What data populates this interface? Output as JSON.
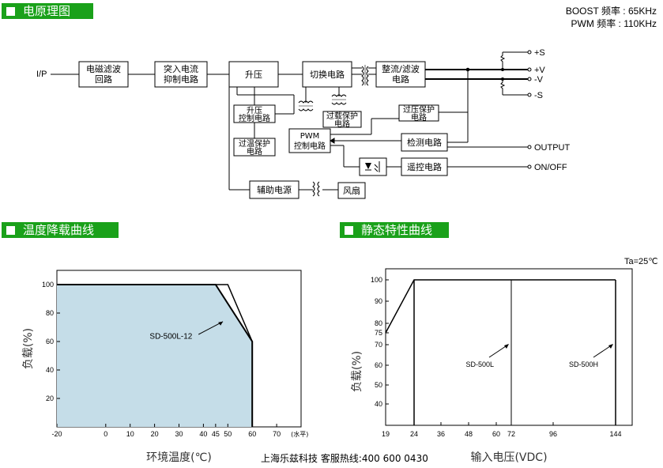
{
  "sections": {
    "schematic": "电原理图",
    "derating": "温度降载曲线",
    "static": "静态特性曲线"
  },
  "frequency": {
    "boost": "BOOST 频率 : 65KHz",
    "pwm": "PWM 频率 : 110KHz"
  },
  "blocks": {
    "emi_filter": [
      "电磁滤波",
      "回路"
    ],
    "inrush": [
      "突入电流",
      "抑制电路"
    ],
    "boost": [
      "升压"
    ],
    "switching": [
      "切换电路"
    ],
    "rectifier": [
      "整流/滤波",
      "电路"
    ],
    "boost_control": [
      "升压",
      "控制电路"
    ],
    "otp": [
      "过温保护",
      "电路"
    ],
    "olp": [
      "过载保护",
      "电路"
    ],
    "pwm": [
      "PWM",
      "控制电路"
    ],
    "ovp": [
      "过压保护",
      "电路"
    ],
    "detect": [
      "检测电路"
    ],
    "remote": [
      "遥控电路"
    ],
    "aux": [
      "辅助电源"
    ],
    "fan": [
      "风扇"
    ]
  },
  "terminals": {
    "input": "I/P",
    "plus_s": "+S",
    "plus_v": "+V",
    "minus_v": "-V",
    "minus_s": "-S",
    "output": "OUTPUT",
    "onoff": "ON/OFF"
  },
  "footer": "上海乐兹科技 客服热线:400 600 0430",
  "chart_data": [
    {
      "type": "area",
      "xlabel": "环境温度(℃)",
      "ylabel": "负载(%)",
      "x_unit": "(水平)",
      "xlim": [
        -20,
        80
      ],
      "ylim": [
        0,
        110
      ],
      "x_ticks": [
        -20,
        0,
        10,
        20,
        30,
        40,
        45,
        50,
        60,
        70
      ],
      "y_ticks": [
        20,
        40,
        60,
        80,
        100
      ],
      "series": [
        {
          "name": "SD-500L-12",
          "x": [
            -20,
            45,
            60,
            60
          ],
          "y": [
            100,
            100,
            60,
            0
          ]
        },
        {
          "x": [
            -20,
            50,
            60,
            60
          ],
          "y": [
            100,
            100,
            60,
            0
          ]
        }
      ],
      "annotations": [
        "SD-500L-12"
      ]
    },
    {
      "type": "line",
      "xlabel": "输入电压(VDC)",
      "ylabel": "负载(%)",
      "note": "Ta=25℃",
      "x_ticks": [
        19,
        24,
        36,
        48,
        60,
        72,
        96,
        144
      ],
      "y_ticks": [
        40,
        50,
        60,
        70,
        75,
        80,
        90,
        100
      ],
      "series": [
        {
          "x": [
            19,
            24,
            144
          ],
          "y": [
            75,
            100,
            100
          ]
        }
      ],
      "markers": [
        {
          "name": "SD-500L",
          "x": 72
        },
        {
          "name": "SD-500H",
          "x": 144
        }
      ]
    }
  ]
}
